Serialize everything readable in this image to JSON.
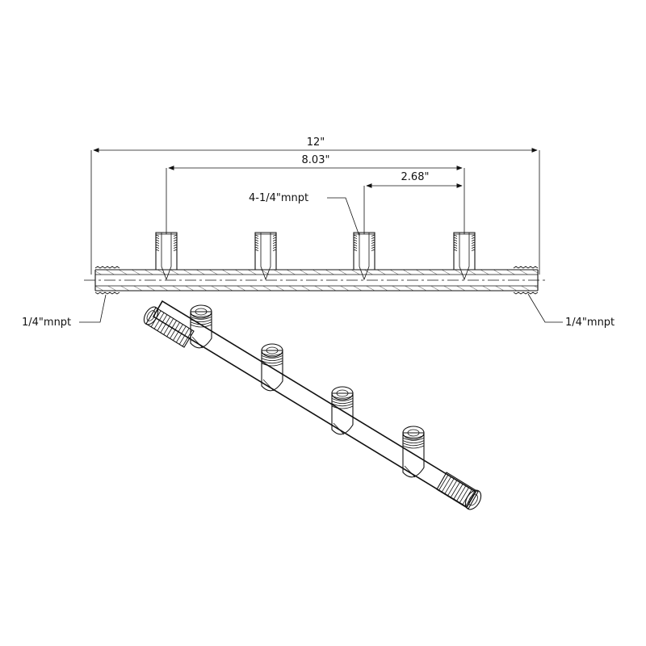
{
  "dimensions": {
    "overall_length": "12\"",
    "outer_port_spacing": "8.03\"",
    "port_spacing": "2.68\""
  },
  "callouts": {
    "ports": "4-1/4\"mnpt",
    "left_end": "1/4\"mnpt",
    "right_end": "1/4\"mnpt"
  },
  "colors": {
    "line": "#111111",
    "background": "#ffffff"
  }
}
